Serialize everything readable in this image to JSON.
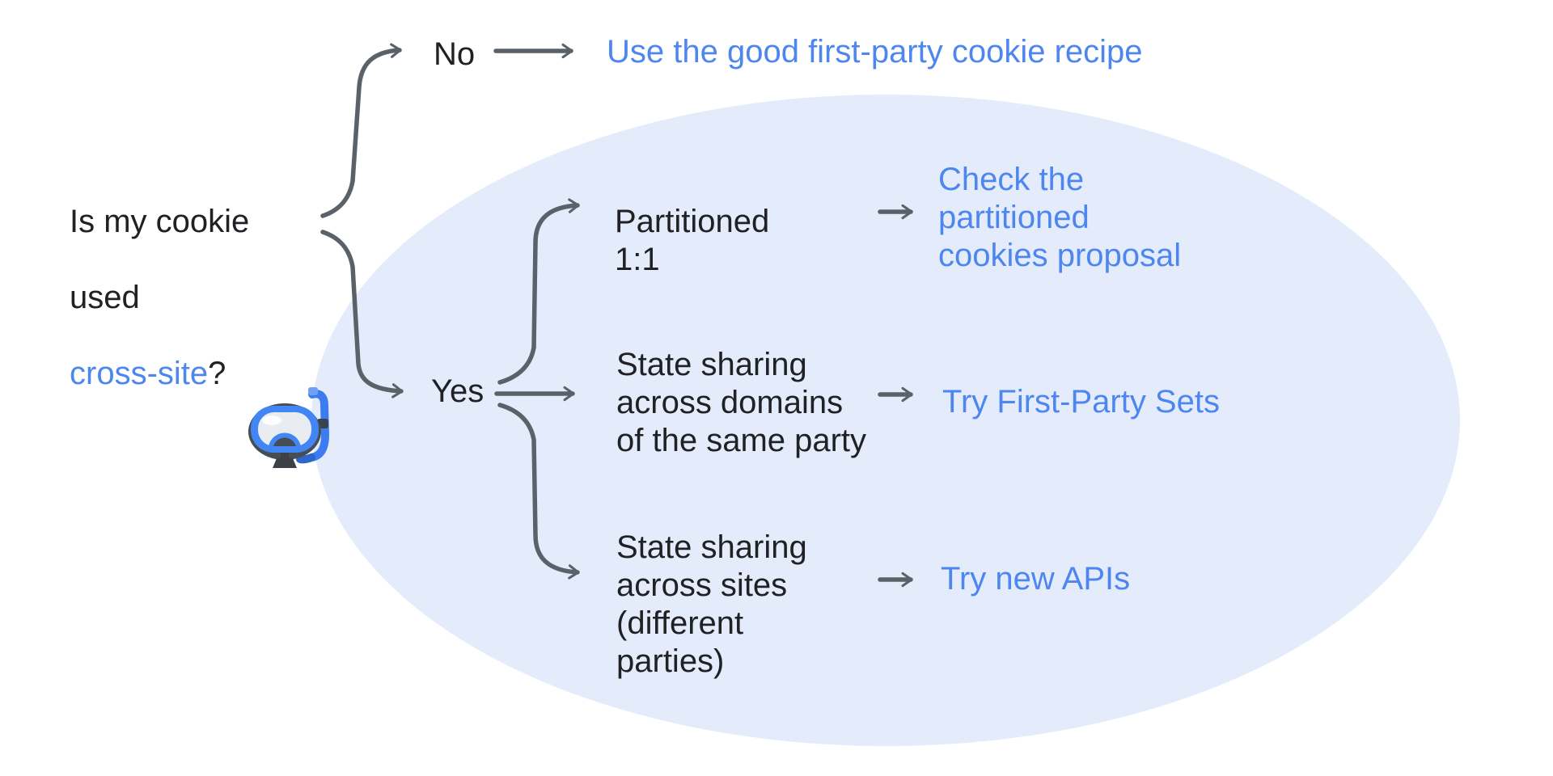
{
  "palette": {
    "background": "#ffffff",
    "ellipse_fill": "#e4ecfb",
    "connector_gray": "#5b6168",
    "text_dark": "#202124",
    "link_blue": "#4e86f0"
  },
  "question": {
    "line1": "Is my cookie",
    "line2": "used",
    "link_text": "cross-site",
    "punctuation": "?"
  },
  "no_branch": {
    "label": "No",
    "result": "Use the good first-party cookie recipe"
  },
  "yes_branch": {
    "label": "Yes",
    "icon": "diving-mask",
    "sub_branches": [
      {
        "condition": "Partitioned\n1:1",
        "result": "Check the\npartitioned\ncookies proposal"
      },
      {
        "condition": "State sharing\nacross domains\nof the same party",
        "result": "Try First-Party Sets"
      },
      {
        "condition": "State sharing\nacross sites\n(different\nparties)",
        "result": "Try new APIs"
      }
    ]
  }
}
